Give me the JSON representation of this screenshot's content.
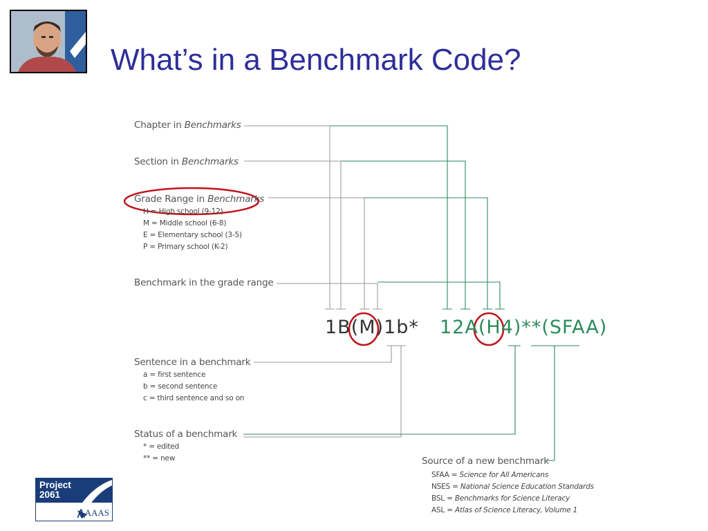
{
  "title": "What’s in a Benchmark Code?",
  "colors": {
    "title": "#2e2e9a",
    "green": "#2a8a5c",
    "gray_line": "#9a9a9a",
    "highlight": "#c0141b",
    "logo_blue": "#1a3d7a"
  },
  "labels": {
    "chapter": {
      "prefix": "Chapter in ",
      "italic": "Benchmarks"
    },
    "section": {
      "prefix": "Section in ",
      "italic": "Benchmarks"
    },
    "grade_range": {
      "prefix": "Grade Range in ",
      "italic": "Benchmarks",
      "items": [
        "H = High school (9-12)",
        "M = Middle school (6-8)",
        "E = Elementary school (3-5)",
        "P = Primary school (K-2)"
      ]
    },
    "benchmark": {
      "text": "Benchmark in the grade range"
    },
    "sentence": {
      "text": "Sentence in a benchmark",
      "items": [
        "a = first sentence",
        "b = second sentence",
        "c = third sentence and so on"
      ]
    },
    "status": {
      "text": "Status of a benchmark",
      "items": [
        "* = edited",
        "** = new"
      ]
    },
    "source": {
      "text": "Source of a new benchmark",
      "items": [
        {
          "abbr": "SFAA = ",
          "name": "Science for All Americans"
        },
        {
          "abbr": "NSES = ",
          "name": "National Science Education Standards"
        },
        {
          "abbr": "BSL = ",
          "name": "Benchmarks for Science Literacy"
        },
        {
          "abbr": "ASL = ",
          "name": "Atlas of Science Literacy, Volume 1"
        }
      ]
    }
  },
  "codes": {
    "old": "1B(M)1b*",
    "new": "12A(H4)**(SFAA)"
  },
  "logo": {
    "line1": "Project",
    "line2": "2061",
    "org": "AAAS"
  }
}
